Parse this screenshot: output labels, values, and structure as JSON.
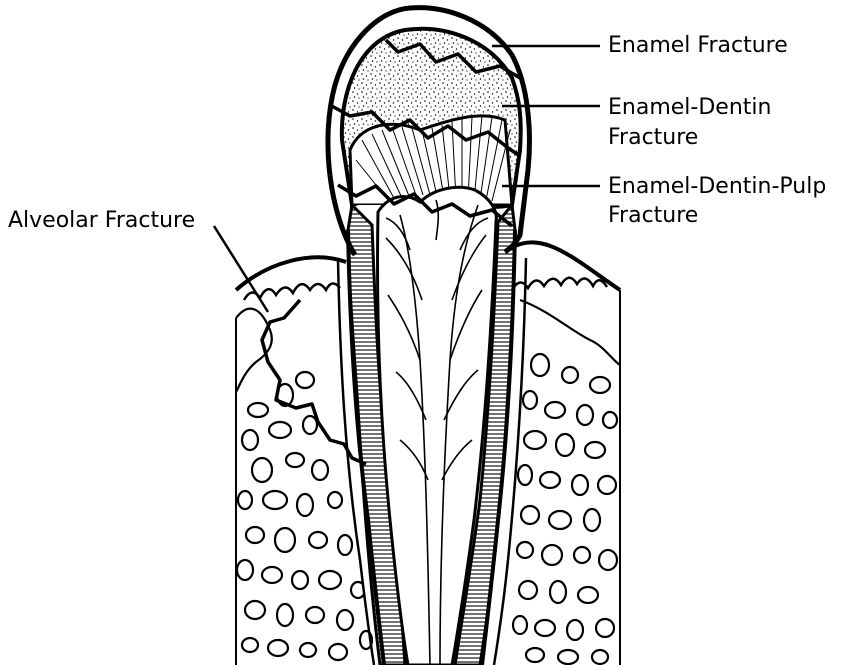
{
  "labels": {
    "enamel_fracture": "Enamel Fracture",
    "enamel_dentin_fracture": [
      "Enamel-Dentin",
      "Fracture"
    ],
    "enamel_dentin_pulp_fracture": [
      "Enamel-Dentin-Pulp",
      "Fracture"
    ],
    "alveolar_fracture": "Alveolar Fracture"
  },
  "colors": {
    "ink": "#000000",
    "paper": "#ffffff"
  }
}
